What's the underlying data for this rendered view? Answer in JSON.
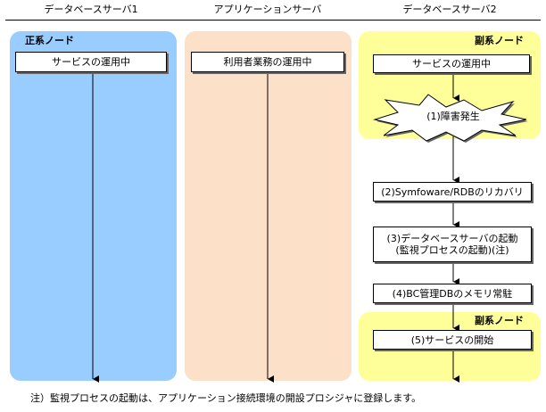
{
  "columns": {
    "db1": "データベースサーバ1",
    "app": "アプリケーションサーバ",
    "db2": "データベースサーバ2"
  },
  "nodes": {
    "primary": "正系ノード",
    "secondary_top": "副系ノード",
    "secondary_bottom": "副系ノード"
  },
  "boxes": {
    "db1_service": "サービスの運用中",
    "app_business": "利用者業務の運用中",
    "db2_service": "サービスの運用中"
  },
  "failure": "(1)障害発生",
  "steps": {
    "s2": "(2)Symfoware/RDBのリカバリ",
    "s3_line1": "(3)データベースサーバの起動",
    "s3_line2": "(監視プロセスの起動)(注)",
    "s4": "(4)BC管理DBのメモリ常駐",
    "s5": "(5)サービスの開始"
  },
  "note": "注）監視プロセスの起動は、アプリケーション接続環境の開設プロシジャに登録します。",
  "colors": {
    "primary_lane": "#99ccff",
    "app_lane": "#fde0c8",
    "secondary_lane": "#ffff99"
  }
}
